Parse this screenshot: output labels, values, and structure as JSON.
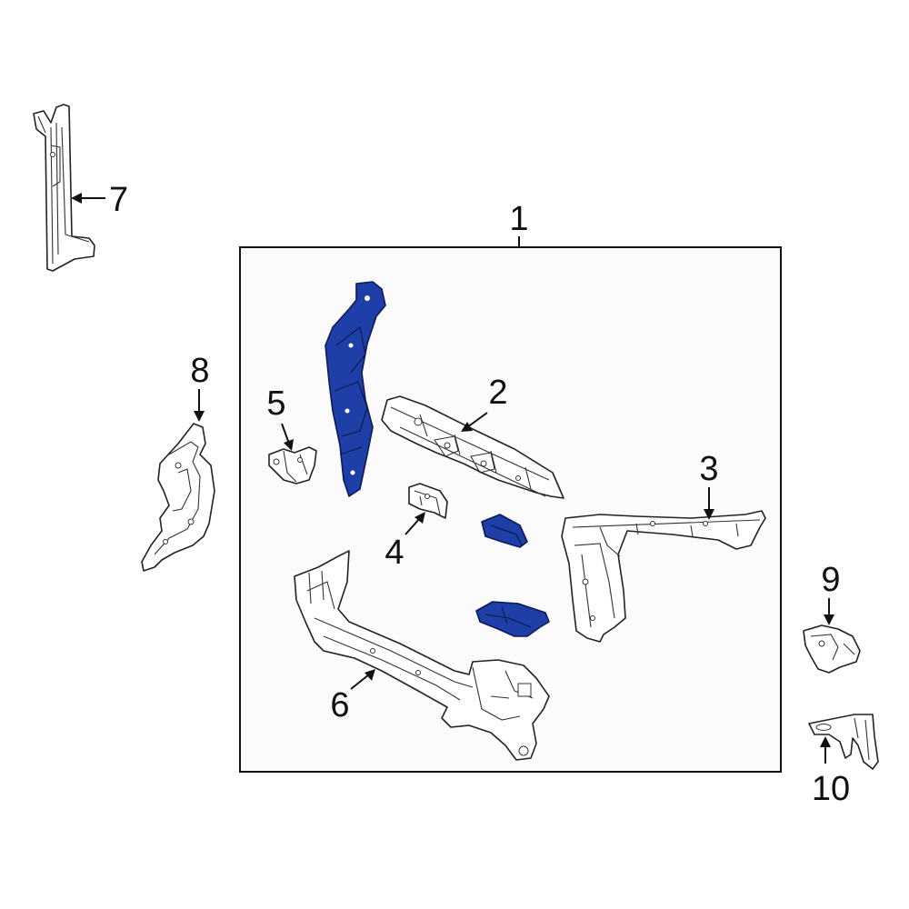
{
  "callouts": {
    "c1": "1",
    "c2": "2",
    "c3": "3",
    "c4": "4",
    "c5": "5",
    "c6": "6",
    "c7": "7",
    "c8": "8",
    "c9": "9",
    "c10": "10"
  },
  "colors": {
    "highlight": "#1f3fa8",
    "outline": "#222222",
    "frame_fill": "#fbfbfb"
  }
}
